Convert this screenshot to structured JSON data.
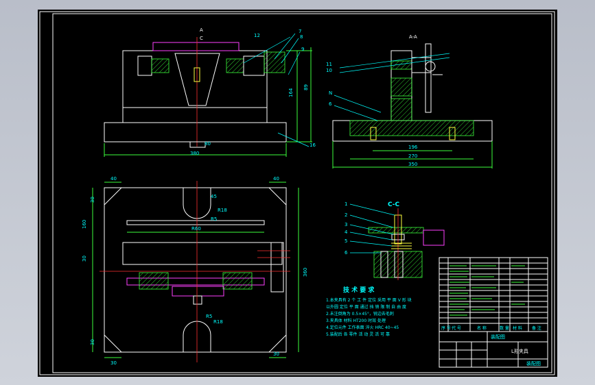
{
  "drawing": {
    "dims_front": [
      "12",
      "7",
      "8",
      "9",
      "164",
      "89",
      "16",
      "80",
      "380"
    ],
    "dims_side": [
      "11",
      "10",
      "N",
      "6",
      "196",
      "270",
      "350"
    ],
    "dims_plan": [
      "40",
      "30",
      "40",
      "45",
      "R18",
      "R5",
      "R60",
      "160",
      "30",
      "360",
      "30",
      "R5",
      "R18",
      "30",
      "30"
    ],
    "section_label": "C-C",
    "section_parts": [
      "1",
      "2",
      "3",
      "4",
      "5",
      "6"
    ],
    "marks": [
      "C",
      "A",
      "A-A"
    ],
    "tech_title": "技 术 要 求",
    "tech_lines": [
      "1.本夹具有 2 个 工 件 定位 采用 平 面 V 形 块",
      "  以外圆 定位 平 面 通过 挡 销 限 制 自 由 度",
      "2.未注倒角为 0.5×45°，锐边去毛刺",
      "3.夹具体 材料 HT200 时效 处理",
      "4.定位元件 工作表面 淬火 HRC 40~45",
      "5.装配后 各 零件 活 动 灵 活 可 靠"
    ],
    "title_block": {
      "title": "L形夹具",
      "label": "装配图",
      "sub": "装配图",
      "cols": [
        "序 号",
        "代 号",
        "名 称",
        "数 量",
        "材 料",
        "备 注"
      ]
    }
  }
}
